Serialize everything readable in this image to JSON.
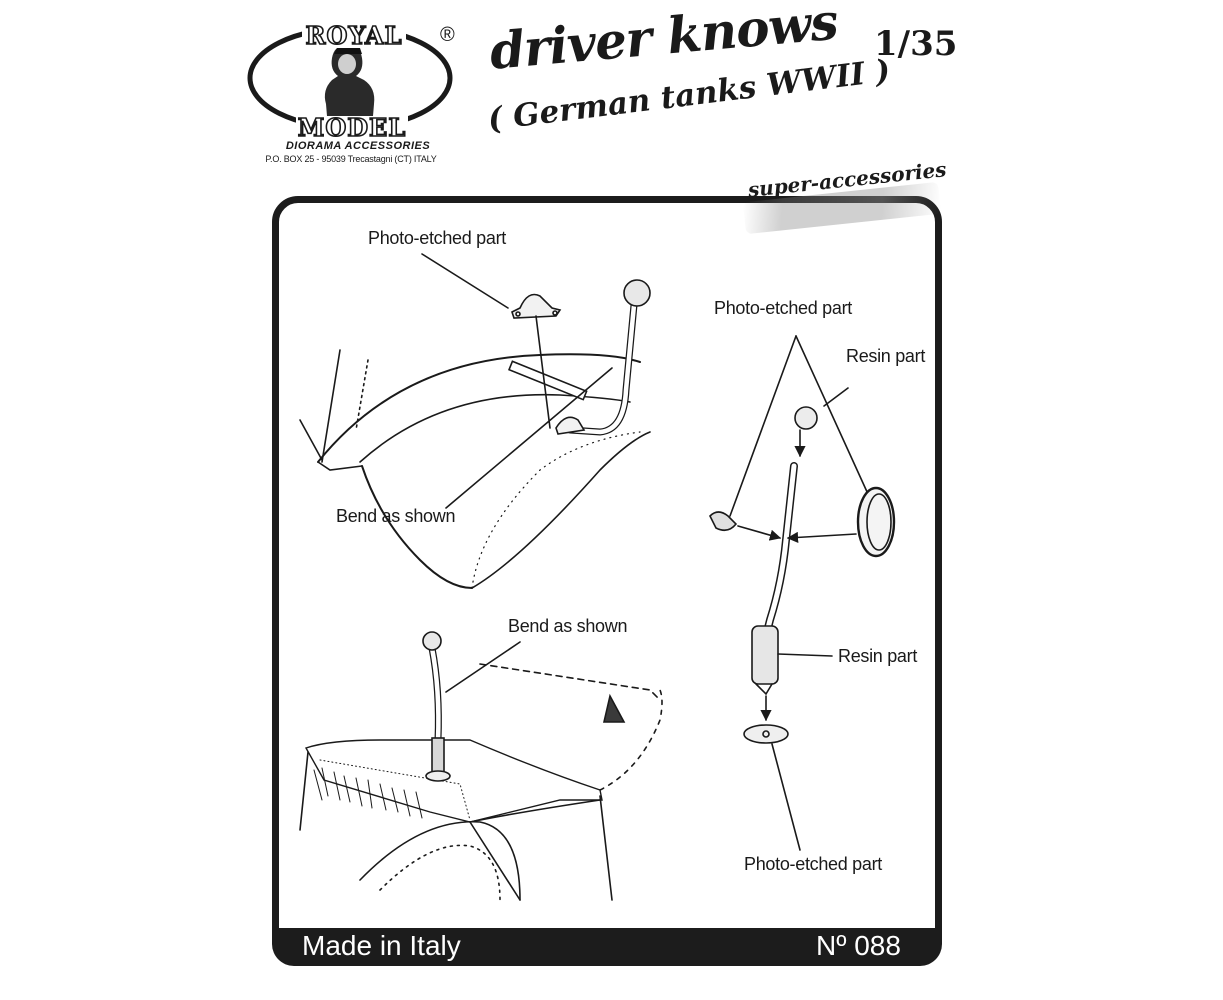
{
  "brand": {
    "name_top": "ROYAL",
    "name_bottom": "MODEL",
    "registered": "®",
    "subtitle": "DIORAMA ACCESSORIES",
    "address": "P.O. BOX 25 - 95039 Trecastagni (CT) ITALY"
  },
  "product": {
    "title": "driver knows",
    "subtitle": "( German tanks WWII )",
    "scale": "1/35",
    "tagline": "super-accessories",
    "number": "Nº 088"
  },
  "footer": {
    "origin": "Made in Italy"
  },
  "callouts": {
    "photo_etched_top_left": "Photo-etched part",
    "bend_top_left": "Bend as shown",
    "photo_etched_right_top": "Photo-etched part",
    "resin_right_top": "Resin part",
    "bend_bottom_left": "Bend as shown",
    "resin_right_mid": "Resin part",
    "photo_etched_right_bottom": "Photo-etched part"
  },
  "colors": {
    "ink": "#1a1a1a",
    "paper": "#ffffff",
    "footer_bar": "#1c1c1c"
  }
}
